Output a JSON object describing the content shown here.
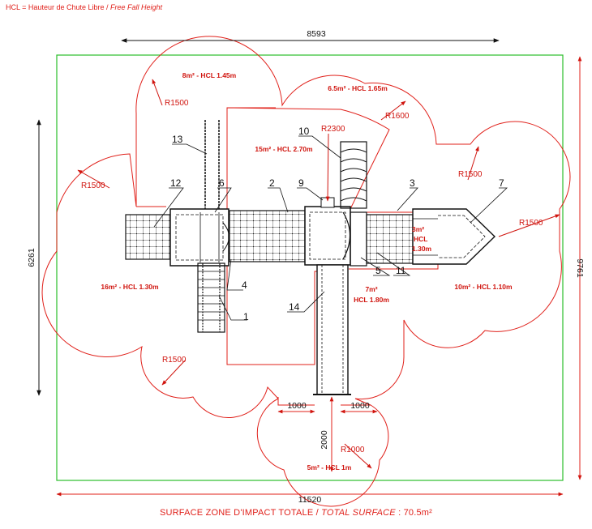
{
  "header": {
    "def": "HCL = Hauteur de Chute Libre / ",
    "def_it": "Free Fall Height"
  },
  "dims": {
    "top_width": "8593",
    "depth": "6261",
    "total_width": "11520",
    "total_depth": "9761",
    "slide_left": "1000",
    "slide_right": "1000",
    "slide_run": "2000"
  },
  "zones": {
    "z8": "8m² - HCL 1.45m",
    "z65": "6.5m² - HCL 1.65m",
    "z15": "15m² - HCL 2.70m",
    "z16": "16m² - HCL 1.30m",
    "z10": "10m² - HCL 1.10m",
    "z7a": "7m²",
    "z7b": "HCL 1.80m",
    "z3a": "3m²",
    "z3b": "HCL",
    "z3c": "1.30m",
    "z5": "5m² - HCL 1m"
  },
  "radii": {
    "r1500a": "R1500",
    "r1500b": "R1500",
    "r1500c": "R1500",
    "r1500d": "R1500",
    "r1500e": "R1500",
    "r1600": "R1600",
    "r2300": "R2300",
    "r1000": "R1000"
  },
  "parts": {
    "p1": "1",
    "p2": "2",
    "p3": "3",
    "p4": "4",
    "p5": "5",
    "p6": "6",
    "p7": "7",
    "p9": "9",
    "p10": "10",
    "p11": "11",
    "p12": "12",
    "p13": "13",
    "p14": "14"
  },
  "footer": {
    "main": "SURFACE ZONE D'IMPACT TOTALE / ",
    "it": "TOTAL SURFACE",
    "tail": " : 70.5m²"
  },
  "colors": {
    "impact": "#e0201a",
    "boundary": "#2bbf2b",
    "structure": "#111111"
  }
}
